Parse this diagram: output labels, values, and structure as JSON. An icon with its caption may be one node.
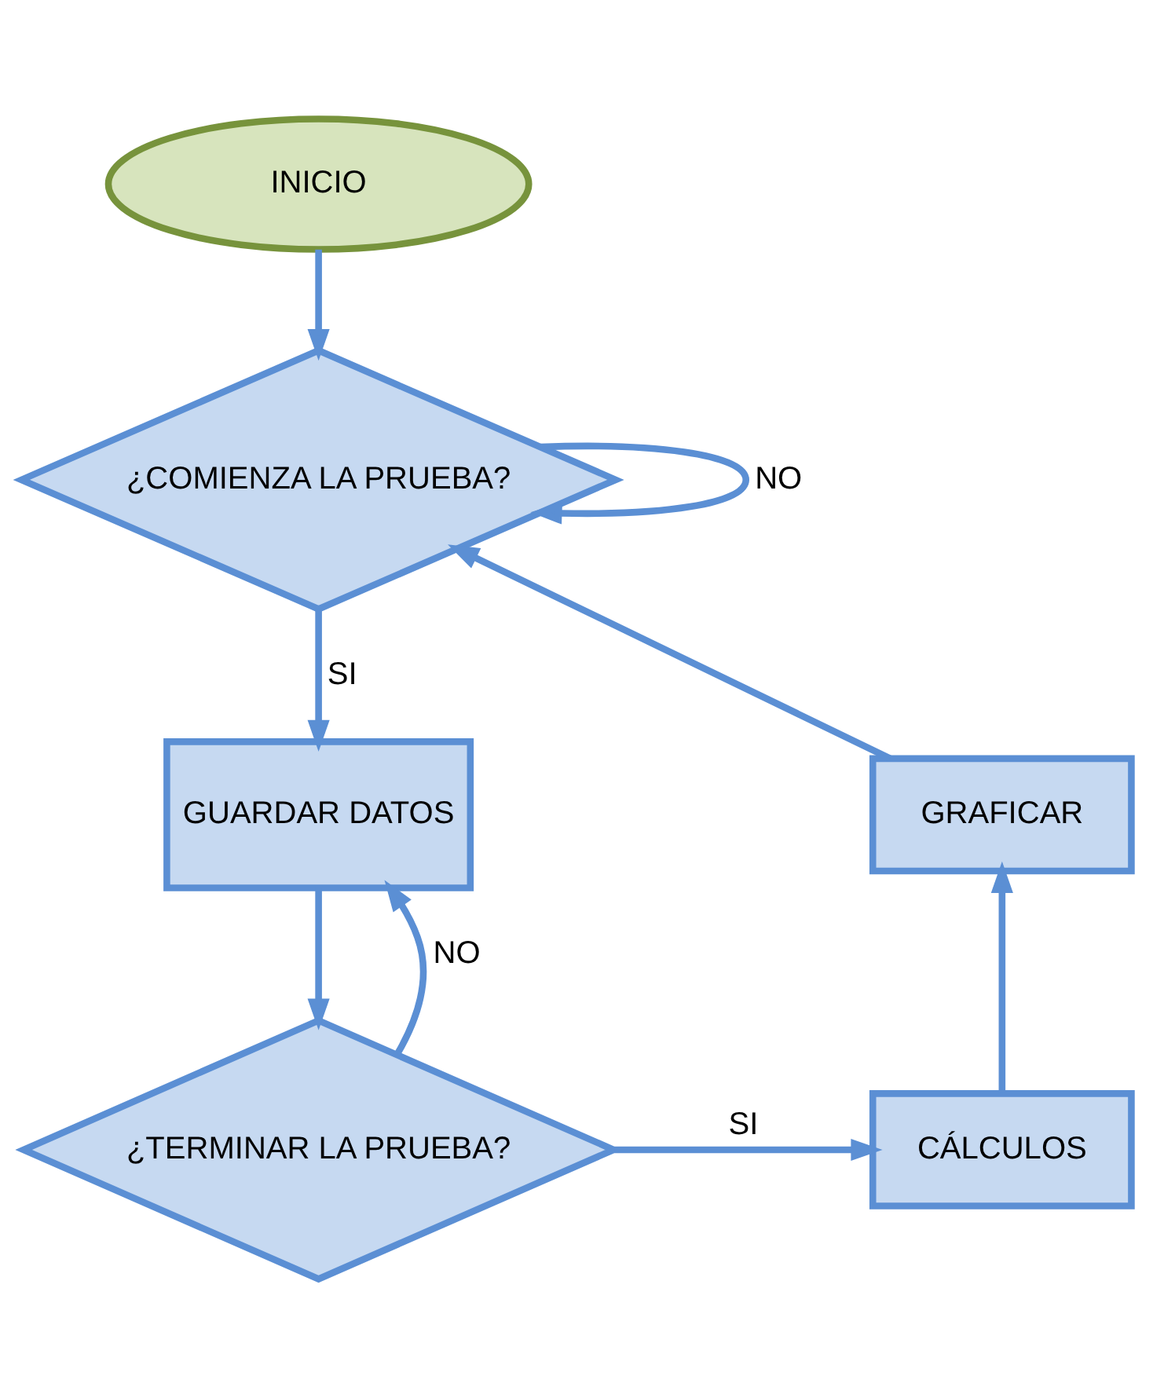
{
  "diagram": {
    "nodes": [
      {
        "text": [
          "INICIO"
        ]
      },
      {
        "text": [
          "¿COMIENZA LA PRUEBA?"
        ]
      },
      {
        "text": [
          "GUARDAR DATOS"
        ]
      },
      {
        "text": [
          "¿TERMINAR LA PRUEBA?"
        ]
      },
      {
        "text": [
          "CÁLCULOS"
        ]
      },
      {
        "text": [
          "GRAFICAR"
        ]
      }
    ],
    "edges": [
      {
        "from": 0,
        "to": 1,
        "arrow": "to"
      },
      {
        "from": 1,
        "to": 1,
        "arrow": "to",
        "label": "NO"
      },
      {
        "from": 1,
        "to": 2,
        "arrow": "to",
        "label": "SI"
      },
      {
        "from": 2,
        "to": 3,
        "arrow": "to"
      },
      {
        "from": 3,
        "to": 2,
        "arrow": "to",
        "label": "NO"
      },
      {
        "from": 3,
        "to": 4,
        "arrow": "to",
        "label": "SI"
      },
      {
        "from": 4,
        "to": 5,
        "arrow": "to"
      },
      {
        "from": 5,
        "to": 1,
        "arrow": "to"
      }
    ]
  }
}
